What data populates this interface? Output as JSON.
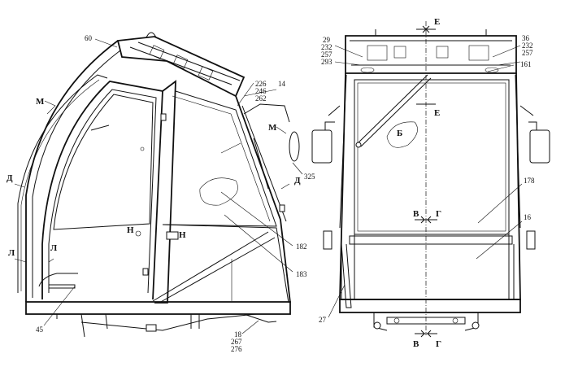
{
  "labels": {
    "left_view": {
      "n60": "60",
      "n226": "226",
      "n246": "246",
      "n262": "262",
      "n14": "14",
      "m_left": "М",
      "m_right": "М",
      "d_left": "Д",
      "d_right": "Д",
      "n325": "325",
      "n_left": "Н",
      "n_right": "Н",
      "l_left": "Л",
      "l_right": "Л",
      "n182": "182",
      "n183": "183",
      "n45": "45",
      "n18": "18",
      "n267": "267",
      "n276": "276"
    },
    "front_view": {
      "e_top": "Е",
      "e_mid": "Е",
      "n29": "29",
      "n232a": "232",
      "n257a": "257",
      "n293": "293",
      "n36": "36",
      "n232b": "232",
      "n257b": "257",
      "n161": "161",
      "b_window": "Б",
      "n178": "178",
      "v_mid": "В",
      "g_mid": "Г",
      "n16": "16",
      "n27": "27",
      "v_bot": "В",
      "g_bot": "Г"
    }
  }
}
